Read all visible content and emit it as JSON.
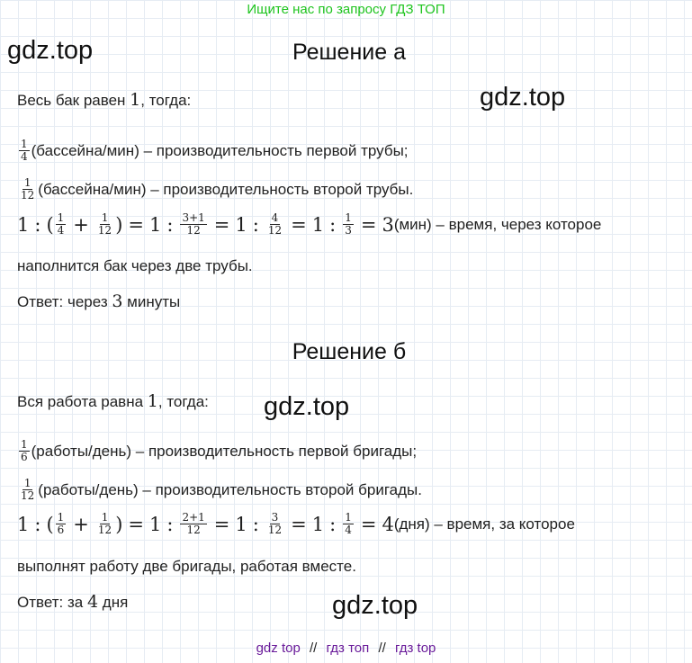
{
  "banner": "Ищите нас по запросу ГДЗ ТОП",
  "watermark": "gdz.top",
  "section_a": {
    "title": "Решение а",
    "intro_prefix": "Весь бак равен ",
    "intro_num": "1",
    "intro_suffix": ", тогда:",
    "rate1": {
      "num": "1",
      "den": "4",
      "text": " (бассейна/мин) – производительность первой трубы;"
    },
    "rate2": {
      "num": "1",
      "den": "12",
      "text": " (бассейна/мин) – производительность второй трубы."
    },
    "calc": {
      "one": "1",
      "colon": ":",
      "lparen": "(",
      "rparen": ")",
      "plus": "+",
      "equals": "=",
      "f1n": "1",
      "f1d": "4",
      "f2n": "1",
      "f2d": "12",
      "f3n": "3+1",
      "f3d": "12",
      "f4n": "4",
      "f4d": "12",
      "f5n": "1",
      "f5d": "3",
      "result": "3",
      "tail": " (мин) – время, через которое"
    },
    "continuation": "наполнится бак через две трубы.",
    "answer_prefix": "Ответ: через ",
    "answer_num": "3",
    "answer_suffix": " минуты"
  },
  "section_b": {
    "title": "Решение б",
    "intro_prefix": "Вся работа равна ",
    "intro_num": "1",
    "intro_suffix": ", тогда:",
    "rate1": {
      "num": "1",
      "den": "6",
      "text": " (работы/день) – производительность первой бригады;"
    },
    "rate2": {
      "num": "1",
      "den": "12",
      "text": " (работы/день) – производительность второй бригады."
    },
    "calc": {
      "one": "1",
      "colon": ":",
      "lparen": "(",
      "rparen": ")",
      "plus": "+",
      "equals": "=",
      "f1n": "1",
      "f1d": "6",
      "f2n": "1",
      "f2d": "12",
      "f3n": "2+1",
      "f3d": "12",
      "f4n": "3",
      "f4d": "12",
      "f5n": "1",
      "f5d": "4",
      "result": "4",
      "tail": " (дня) – время, за которое"
    },
    "continuation": "выполнят работу две бригады, работая вместе.",
    "answer_prefix": "Ответ: за ",
    "answer_num": "4",
    "answer_suffix": " дня"
  },
  "footer": {
    "link1": "gdz top",
    "sep": "//",
    "link2": "гдз топ",
    "link3": "гдз top"
  },
  "colors": {
    "banner": "#1ec41e",
    "footer_links": "#6a1b9a",
    "grid": "#e6ecf3"
  }
}
